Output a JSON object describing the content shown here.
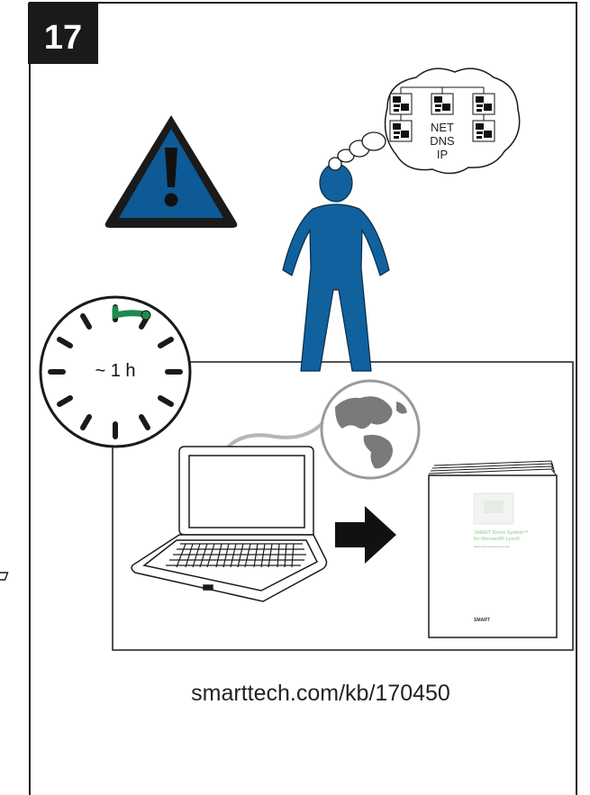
{
  "step": {
    "number": "17"
  },
  "thought": {
    "lines": [
      "NET",
      "DNS",
      "IP"
    ]
  },
  "clock": {
    "label": "~ 1 h"
  },
  "booklet": {
    "title_line1": "SMART Room System™",
    "title_line2": "for Microsoft® Lync®",
    "subtitle": "Setup and maintenance guide",
    "logo": "SMART"
  },
  "footer": {
    "url": "smarttech.com/kb/170450"
  },
  "colors": {
    "warning_blue": "#0e5a96",
    "person_blue": "#11619f",
    "clock_hand": "#1f8a4c",
    "badge": "#1a1a1a"
  }
}
